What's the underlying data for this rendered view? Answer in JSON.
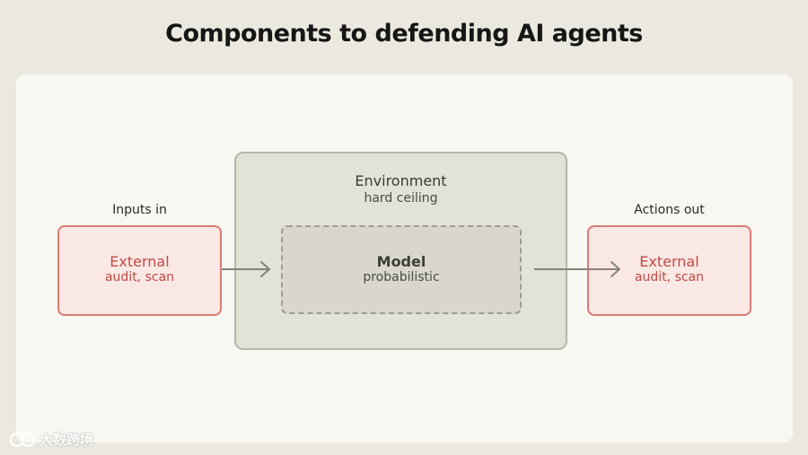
{
  "title": "Components to defending AI agents",
  "environment": {
    "title": "Environment",
    "subtitle": "hard ceiling"
  },
  "model": {
    "title": "Model",
    "subtitle": "probabilistic"
  },
  "inputs": {
    "label": "Inputs in",
    "title": "External",
    "subtitle": "audit, scan"
  },
  "outputs": {
    "label": "Actions out",
    "title": "External",
    "subtitle": "audit, scan"
  },
  "watermark": {
    "text": "大数跨境"
  },
  "colors": {
    "background": "#ebe9df",
    "panel": "#f8f7f1",
    "environment_fill": "#e3e2d7",
    "model_fill": "#d9d7cc",
    "external_fill": "#fae8e4",
    "external_border": "#d97a76",
    "external_text": "#c14a45",
    "arrow": "#858378"
  }
}
